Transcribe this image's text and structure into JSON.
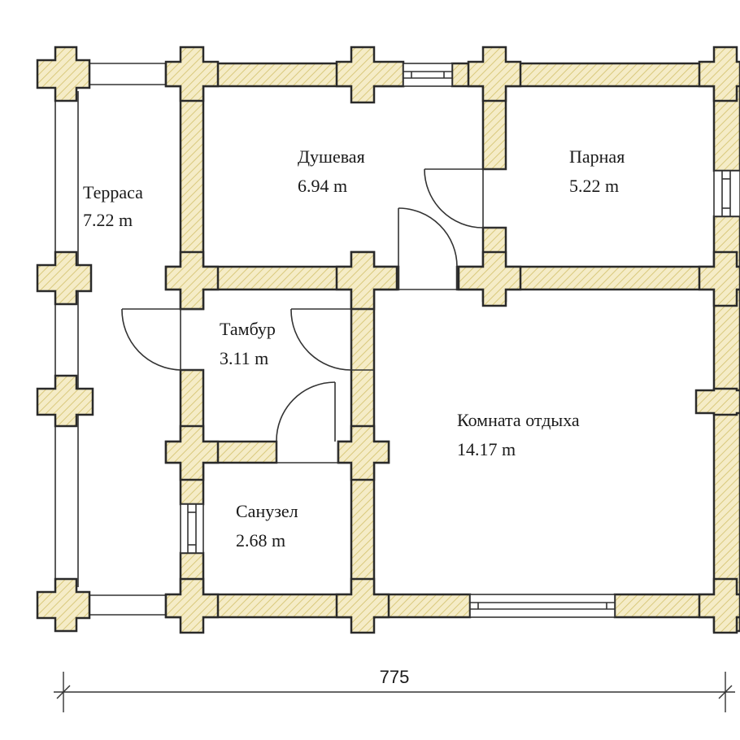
{
  "colors": {
    "wall_fill": "#f5ecc7",
    "hatch_stroke": "#d9c97c",
    "outline": "#2a2a2a",
    "background": "#ffffff"
  },
  "rooms": [
    {
      "key": "terrace",
      "name": "Терраса",
      "area": "7.22 m"
    },
    {
      "key": "shower",
      "name": "Душевая",
      "area": "6.94 m"
    },
    {
      "key": "steam",
      "name": "Парная",
      "area": "5.22 m"
    },
    {
      "key": "vestibule",
      "name": "Тамбур",
      "area": "3.11 m"
    },
    {
      "key": "rest",
      "name": "Комната отдыха",
      "area": "14.17 m"
    },
    {
      "key": "bathroom",
      "name": "Санузел",
      "area": "2.68 m"
    }
  ],
  "dimension": {
    "label": "775"
  }
}
